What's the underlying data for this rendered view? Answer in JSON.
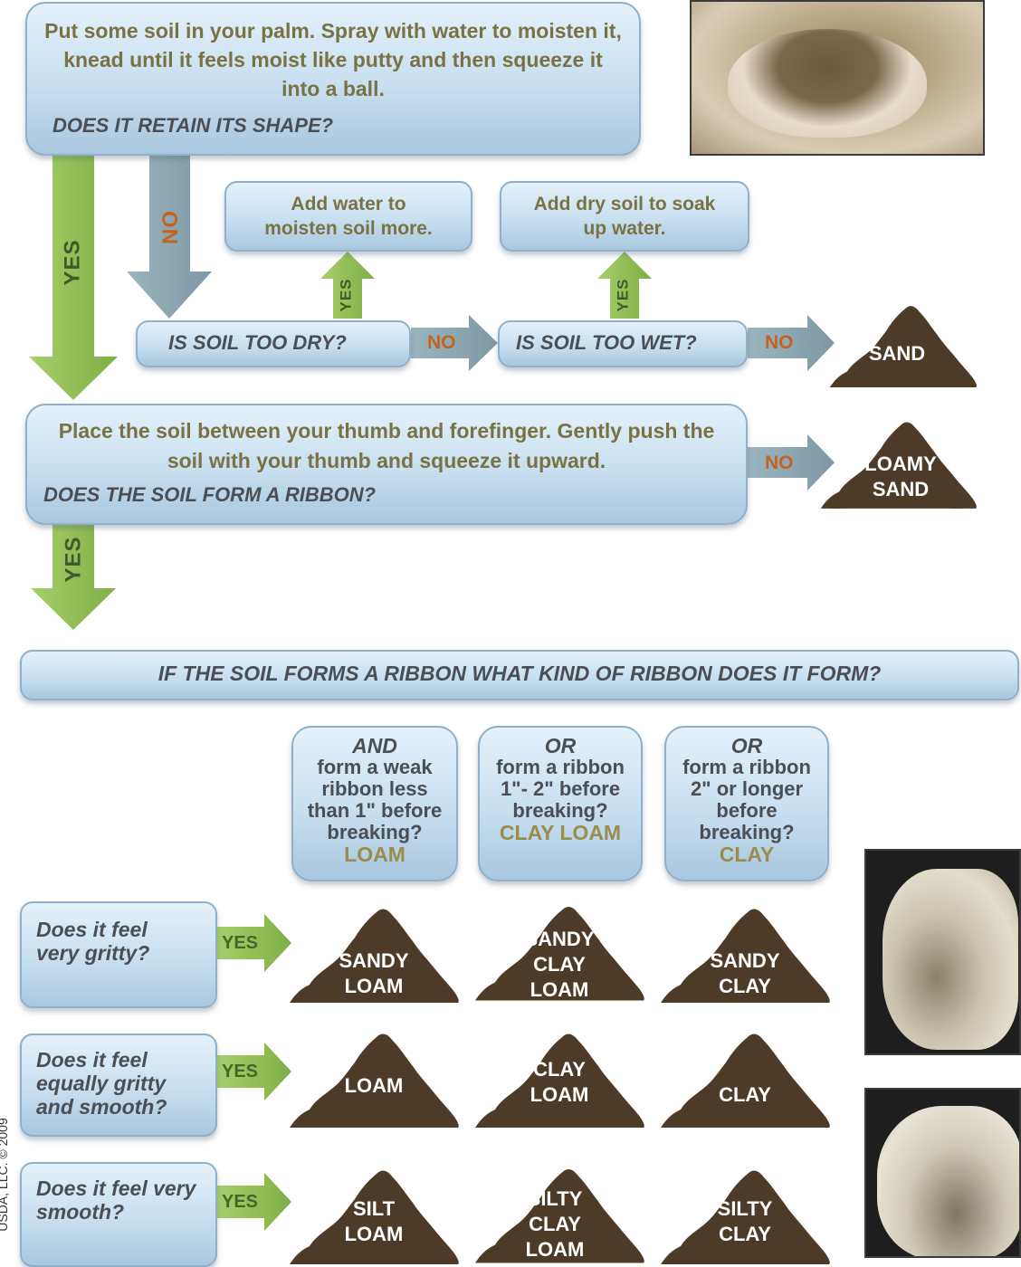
{
  "step1": {
    "instruction": "Put  some soil in your palm. Spray with water to moisten it, knead until it feels moist like putty and then squeeze it into a ball.",
    "question": "DOES IT RETAIN ITS SHAPE?"
  },
  "labels": {
    "yes": "YES",
    "no": "NO"
  },
  "moisture": {
    "add_water": "Add water to moisten soil more.",
    "add_dry": "Add dry soil to soak up water.",
    "too_dry": "IS SOIL TOO DRY?",
    "too_wet": "IS SOIL TOO WET?"
  },
  "results_top": {
    "sand": "SAND",
    "loamy_sand": "LOAMY SAND"
  },
  "step2": {
    "instruction": "Place the  soil between your thumb and forefinger. Gently push the soil with your thumb and squeeze it upward.",
    "question": "DOES THE SOIL FORM A RIBBON?"
  },
  "ribbon_question": "IF THE SOIL FORMS A RIBBON WHAT KIND OF RIBBON DOES IT FORM?",
  "ribbon_types": [
    {
      "head": "AND",
      "text": "form a weak ribbon less than 1\" before breaking?",
      "answer": "LOAM"
    },
    {
      "head": "OR",
      "text": "form a ribbon 1\"- 2\" before breaking?",
      "answer": "CLAY LOAM"
    },
    {
      "head": "OR",
      "text": "form a ribbon 2\" or longer before breaking?",
      "answer": "CLAY"
    }
  ],
  "feel_questions": [
    "Does it feel very gritty?",
    "Does it feel equally gritty and smooth?",
    "Does it feel very smooth?"
  ],
  "texture_grid": [
    [
      "SANDY LOAM",
      "SANDY CLAY LOAM",
      "SANDY CLAY"
    ],
    [
      "LOAM",
      "CLAY LOAM",
      "CLAY"
    ],
    [
      "SILT LOAM",
      "SILTY CLAY LOAM",
      "SILTY CLAY"
    ]
  ],
  "copyright": "USDA, LLC. © 2009",
  "colors": {
    "green_arrow": "#8dbd54",
    "gray_arrow": "#8aa4b0",
    "soil": "#4e3b27",
    "box_fill": "#cde3f3"
  }
}
